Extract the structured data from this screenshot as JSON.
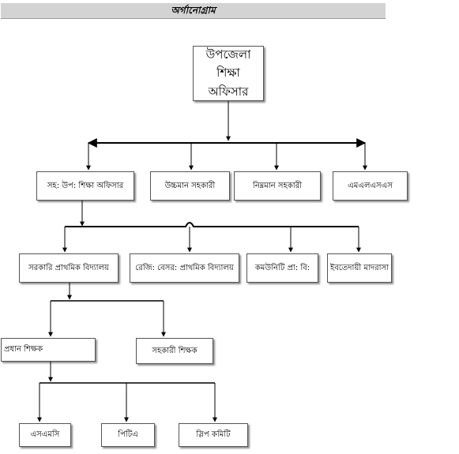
{
  "title": "অর্গানোগ্রাম",
  "nodes": {
    "upazila_officer": "উপজেলা শিক্ষা অফিসার",
    "asst_officer": "সহ: উপ: শিক্ষা অফিসার",
    "higher_assistant": "উচ্চমান সহকারী",
    "lower_assistant": "নিম্নমান সহকারী",
    "mlss": "এমএলএসএস",
    "govt_primary": "সরকারি প্রাথমিক বিদ্যালয়",
    "reg_private_primary": "রেজি: বেসর: প্রাথমিক বিদ্যালয়",
    "community_primary": "কমউনিটি প্রা: বি:",
    "ebtedayee_madrasa": "ইবতেদায়ী মাদরাসা",
    "head_teacher": "প্রধান শিক্ষক",
    "assistant_teacher": "সহকারী শিক্ষক",
    "smc": "এসএমসি",
    "pta": "পিটিএ",
    "slip_committee": "স্লিপ কমিটি"
  }
}
